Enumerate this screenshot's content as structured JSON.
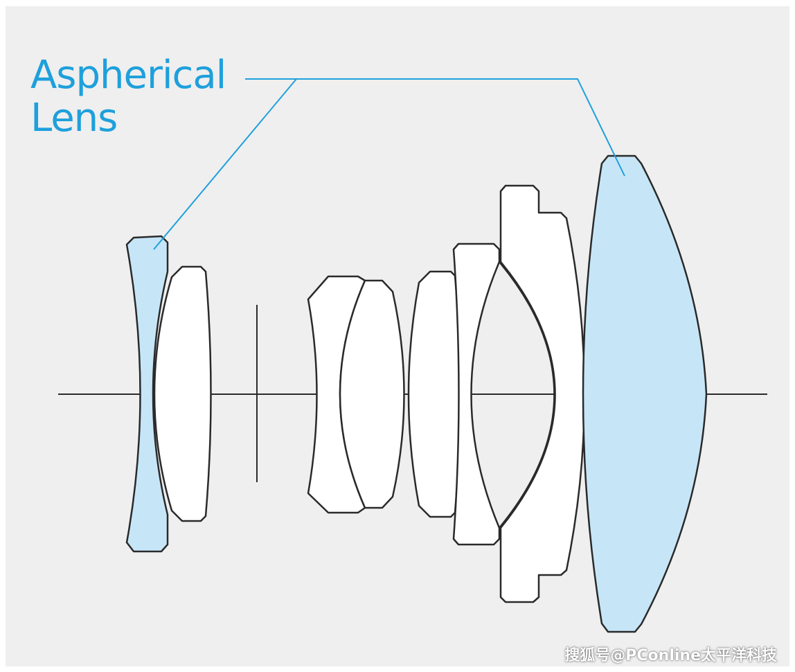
{
  "label": {
    "line1": "Aspherical",
    "line2": "Lens"
  },
  "watermark": "搜狐号@PConline太平洋科技",
  "colors": {
    "background": "#efefef",
    "accent": "#1ea0dc",
    "aspherical_fill": "#c6e6f8",
    "outline": "#2a2a2a"
  },
  "elements": [
    {
      "id": "element-1",
      "type": "aspherical"
    },
    {
      "id": "element-2",
      "type": "spherical"
    },
    {
      "id": "aperture-stop",
      "type": "stop"
    },
    {
      "id": "element-3",
      "type": "spherical"
    },
    {
      "id": "element-4",
      "type": "spherical"
    },
    {
      "id": "element-5",
      "type": "spherical"
    },
    {
      "id": "element-6",
      "type": "spherical"
    },
    {
      "id": "element-7",
      "type": "spherical"
    },
    {
      "id": "element-8",
      "type": "aspherical"
    }
  ]
}
